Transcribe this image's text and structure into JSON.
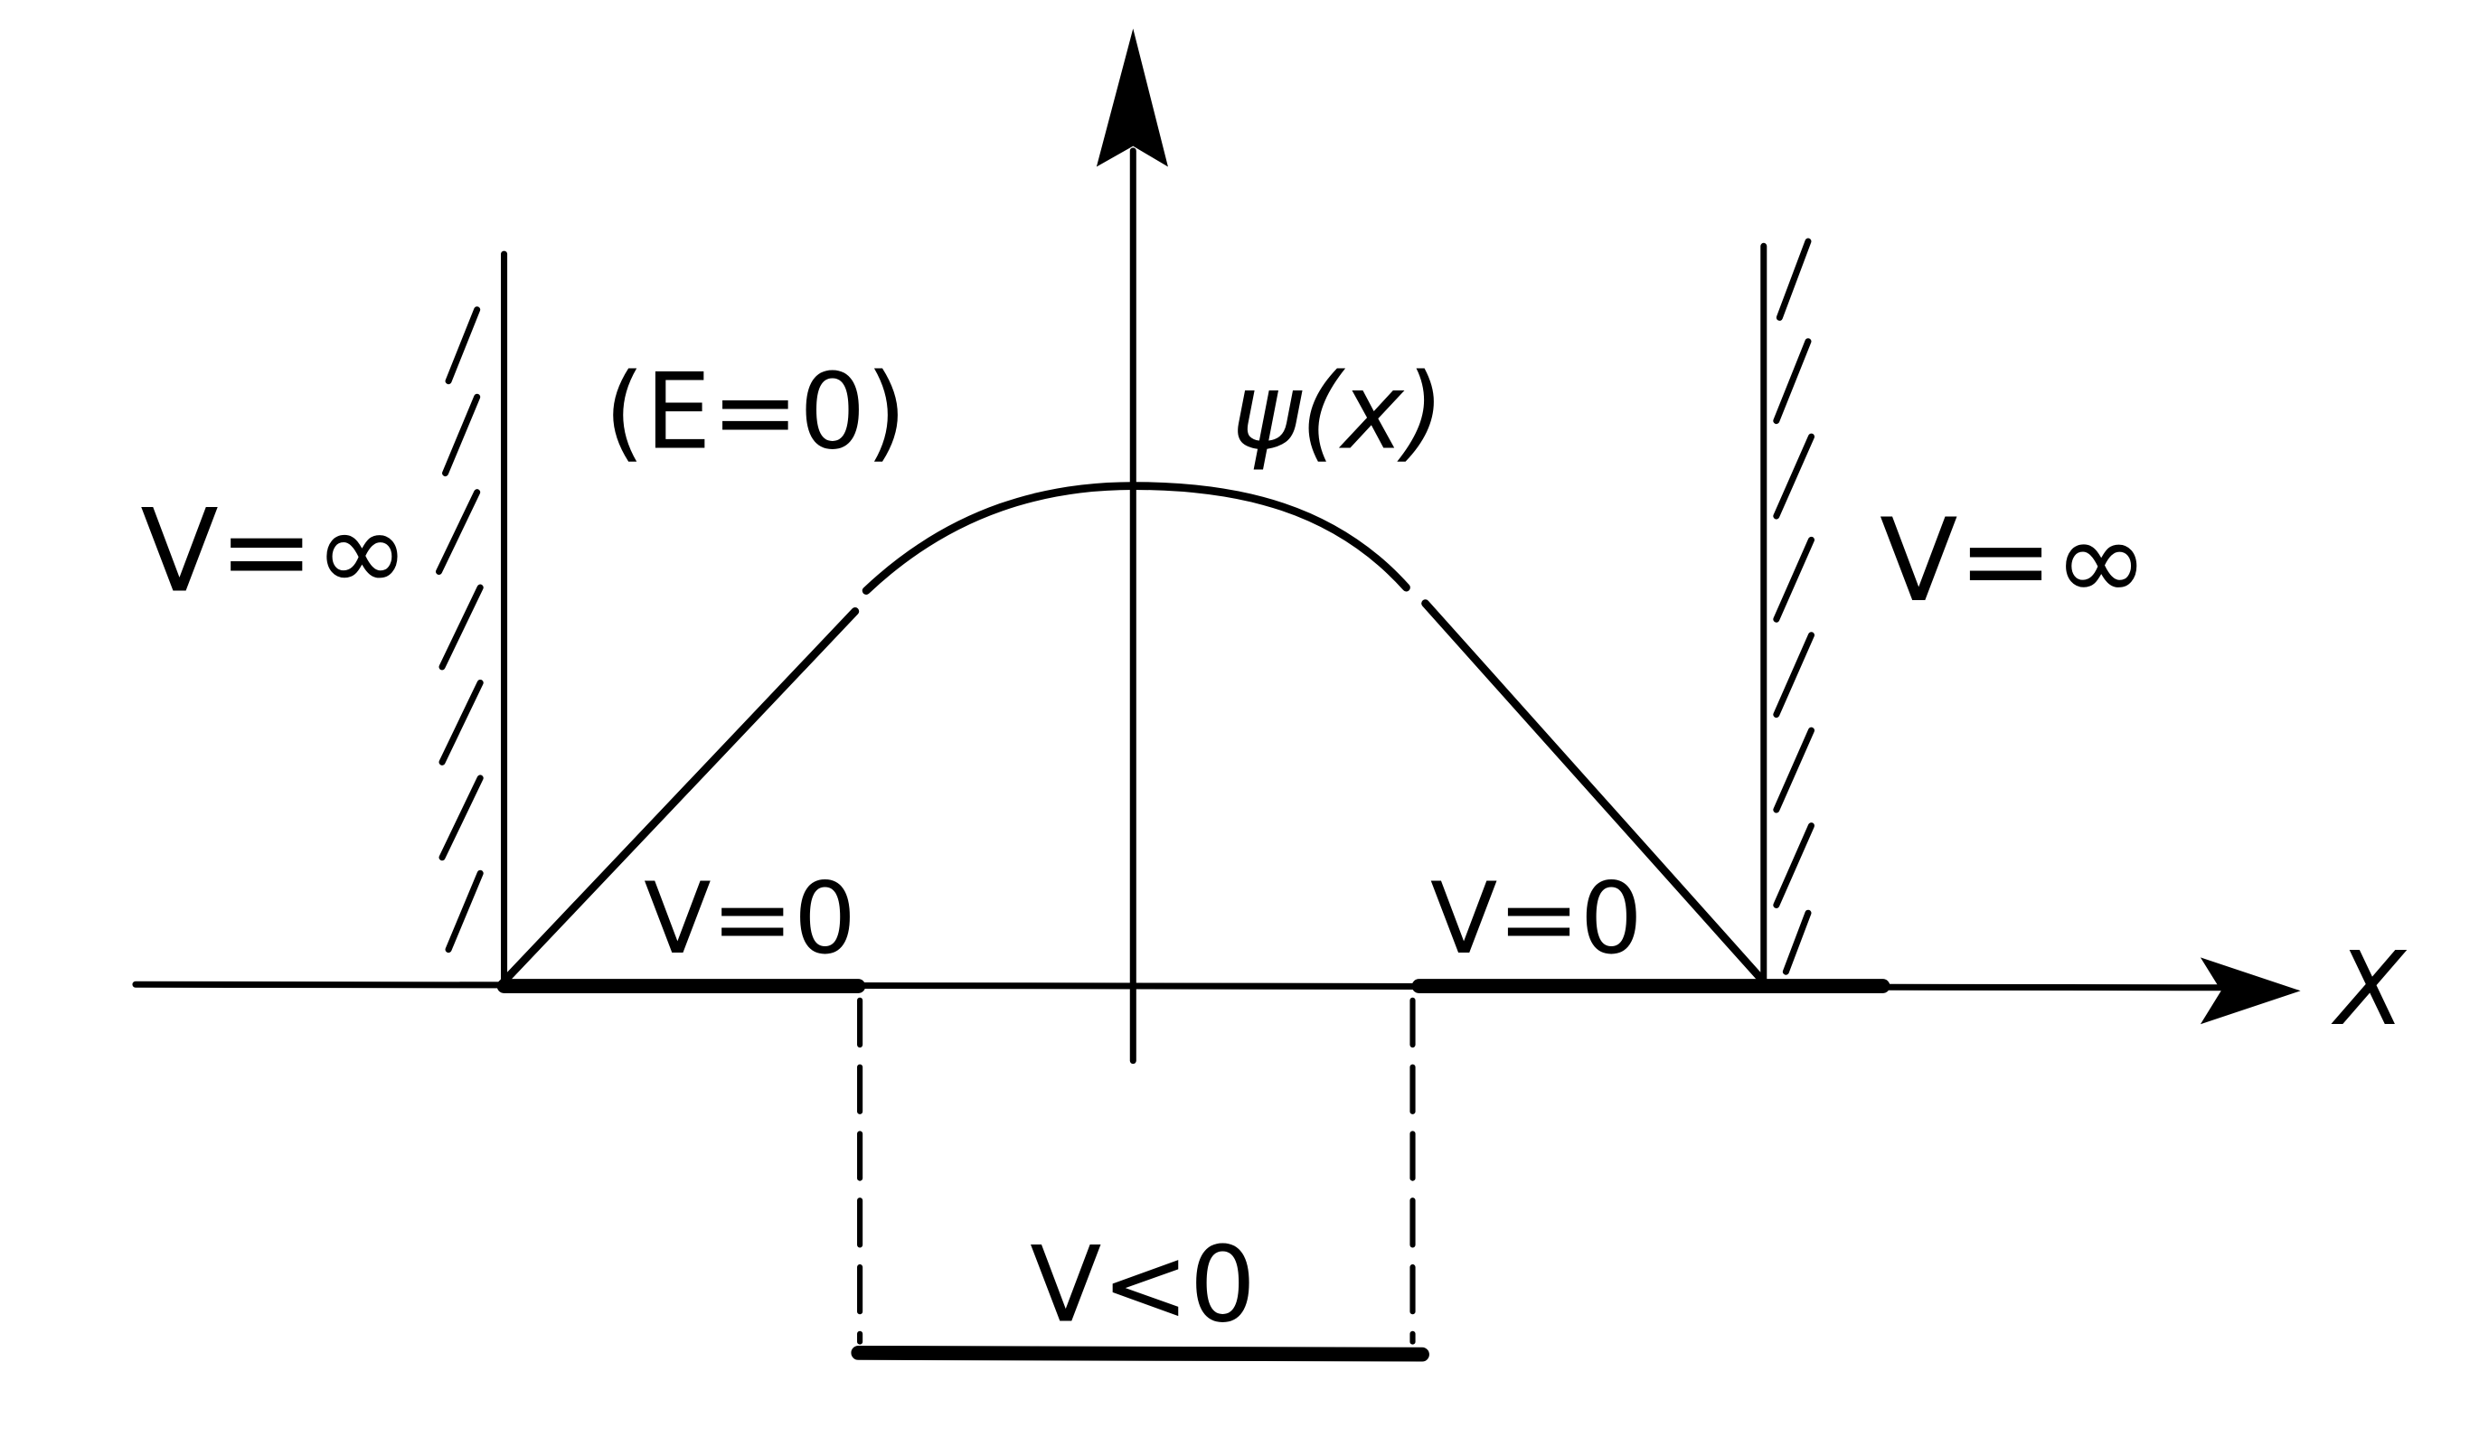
{
  "labels": {
    "left_potential": "V=∞",
    "right_potential": "V=∞",
    "energy": "(E=0)",
    "wavefunction": "ψ(x)",
    "left_flat": "V=0",
    "right_flat": "V=0",
    "well": "V<0",
    "x_axis": "X"
  },
  "colors": {
    "ink": "#000000",
    "background": "#ffffff"
  }
}
